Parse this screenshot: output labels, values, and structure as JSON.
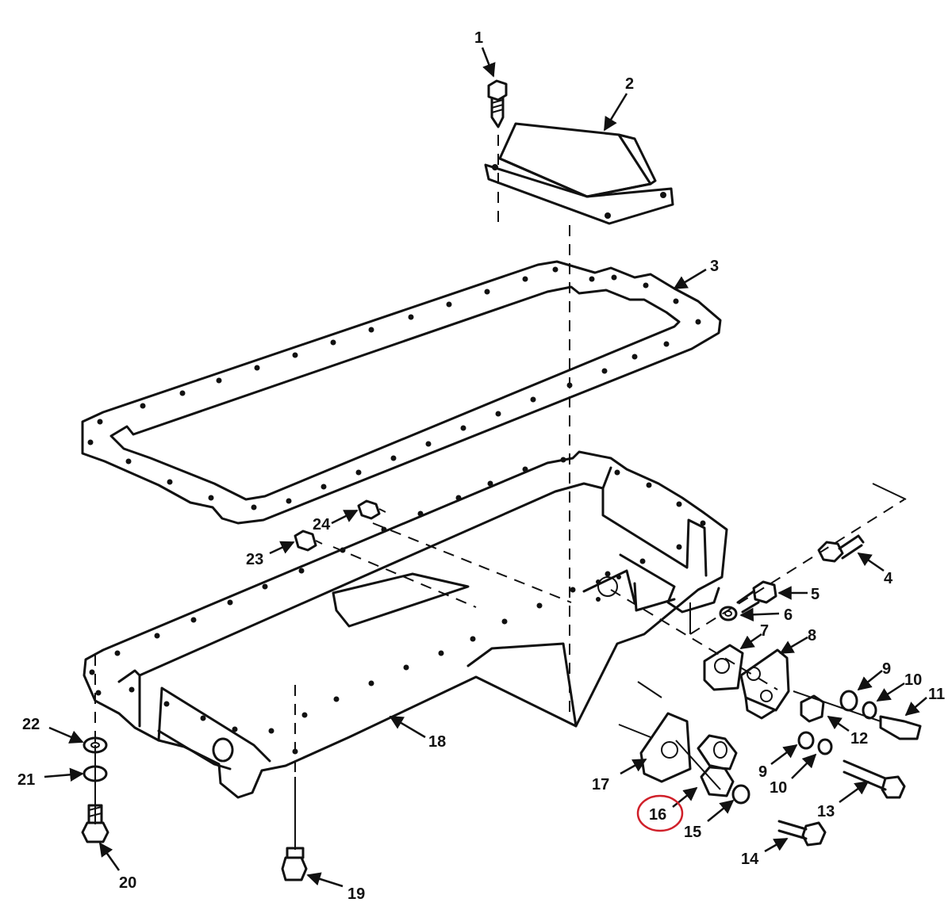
{
  "diagram": {
    "callouts": [
      "1",
      "2",
      "3",
      "4",
      "5",
      "6",
      "7",
      "8",
      "9",
      "10",
      "11",
      "12",
      "9",
      "10",
      "13",
      "14",
      "15",
      "16",
      "17",
      "18",
      "19",
      "20",
      "21",
      "22",
      "23",
      "24"
    ],
    "highlighted_callout": "16",
    "highlight_color": "#d0202a",
    "line_color": "#111111",
    "background_color": "#ffffff"
  }
}
